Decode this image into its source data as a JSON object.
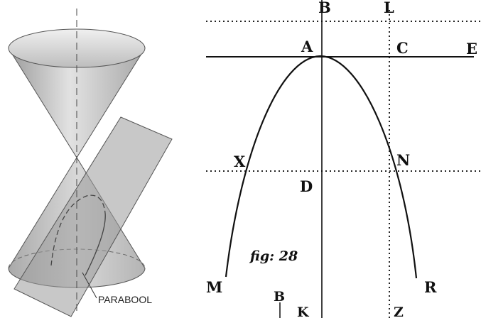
{
  "left_figure": {
    "label": "PARABOOL"
  },
  "right_figure": {
    "caption": "fig: 28",
    "points": {
      "A": "A",
      "C": "C",
      "E": "E",
      "B_top": "B",
      "L": "L",
      "X": "X",
      "N": "N",
      "D": "D",
      "M": "M",
      "R": "R",
      "B_bottom": "B",
      "K": "K",
      "Z": "Z"
    }
  }
}
